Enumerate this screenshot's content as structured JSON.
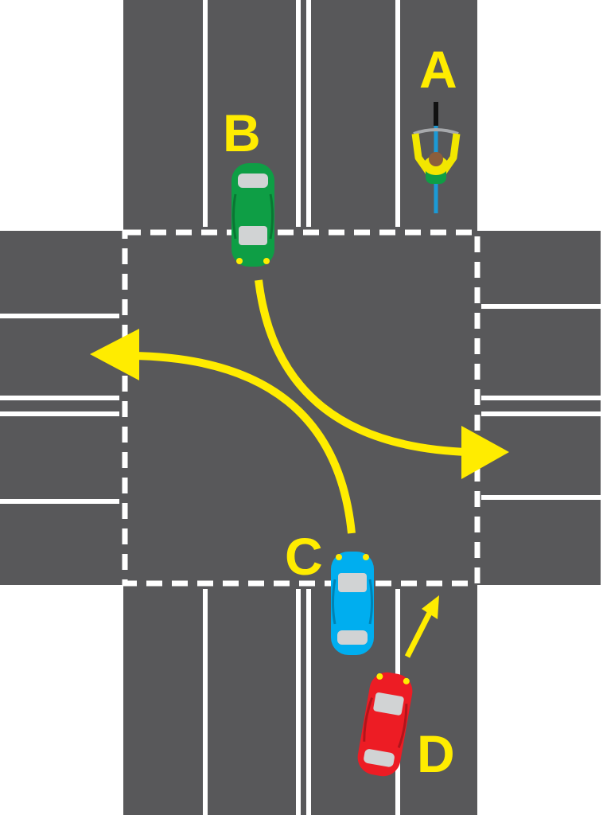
{
  "labels": {
    "a": "A",
    "b": "B",
    "c": "C",
    "d": "D"
  },
  "colors": {
    "road": "#58585a",
    "marking": "#ffffff",
    "arrow": "#ffec00",
    "label": "#ffec00",
    "car_b": "#0e9e45",
    "car_c": "#00aeef",
    "car_d": "#ed1c24",
    "bike_frame": "#1b9ad6",
    "cyclist_shirt": "#f2e600"
  },
  "icons": [
    "bicycle-icon",
    "car-icon",
    "arrow-icon"
  ]
}
